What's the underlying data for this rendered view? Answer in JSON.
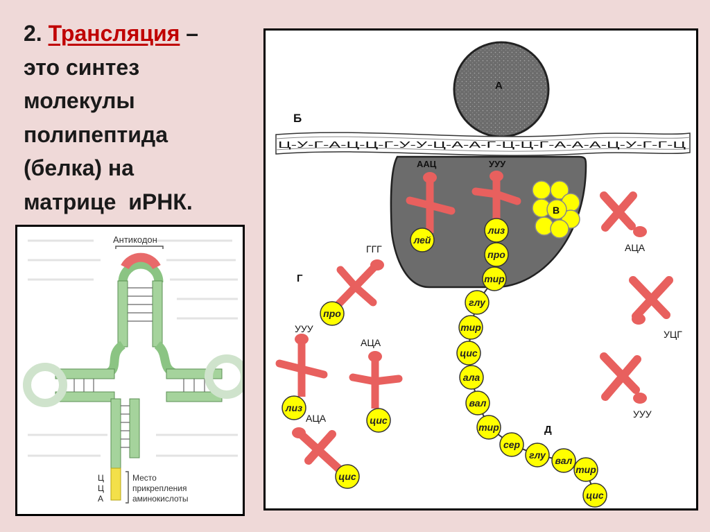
{
  "heading": {
    "number": "2.",
    "term": "Трансляция",
    "dash": "–",
    "lines": [
      "это синтез",
      "молекулы",
      "полипептида",
      "(белка) на",
      "матрице  иРНК."
    ]
  },
  "trna_figure": {
    "anticodon_label": "Антикодон",
    "acceptor_bases": [
      "Ц",
      "Ц",
      "А"
    ],
    "attachment_label": [
      "Место",
      "прикрепления",
      "аминокислоты"
    ]
  },
  "ribosome_figure": {
    "labels": {
      "ribosome_large": "А",
      "mrna": "Б",
      "ribosome_small": "В",
      "free_trna": "Г",
      "peptide": "Д"
    },
    "mrna_sequence": "Ц-У-Г-А-Ц-Ц-Г-У-У-Ц-А-А-Г-Ц-Ц-Г-А-А-А-Ц-У-Г-Г-Ц",
    "bound_trna": [
      {
        "anticodon": "ААЦ",
        "amino_acid": "лей"
      },
      {
        "anticodon": "УУУ",
        "amino_acid": "лиз"
      }
    ],
    "peptide_chain": [
      "лиз",
      "про",
      "тир",
      "глу",
      "тир",
      "цис",
      "ала",
      "вал",
      "тир",
      "сер",
      "глу",
      "вал",
      "тир",
      "цис"
    ],
    "free_trna": [
      {
        "anticodon": "ГГГ",
        "amino_acid": "про"
      },
      {
        "anticodon": "УУУ",
        "amino_acid": "лиз"
      },
      {
        "anticodon": "АЦА",
        "amino_acid": "цис"
      },
      {
        "anticodon": "АЦА",
        "amino_acid": "цис"
      }
    ],
    "empty_trna_anticodons": [
      "АЦА",
      "УЦГ",
      "УУУ"
    ]
  },
  "colors": {
    "trna": "#e8605e",
    "amino_acid": "#ffff00",
    "ribosome": "#6e6e6e",
    "heading_accent": "#c00000",
    "trna_stem": "#96c98f"
  }
}
